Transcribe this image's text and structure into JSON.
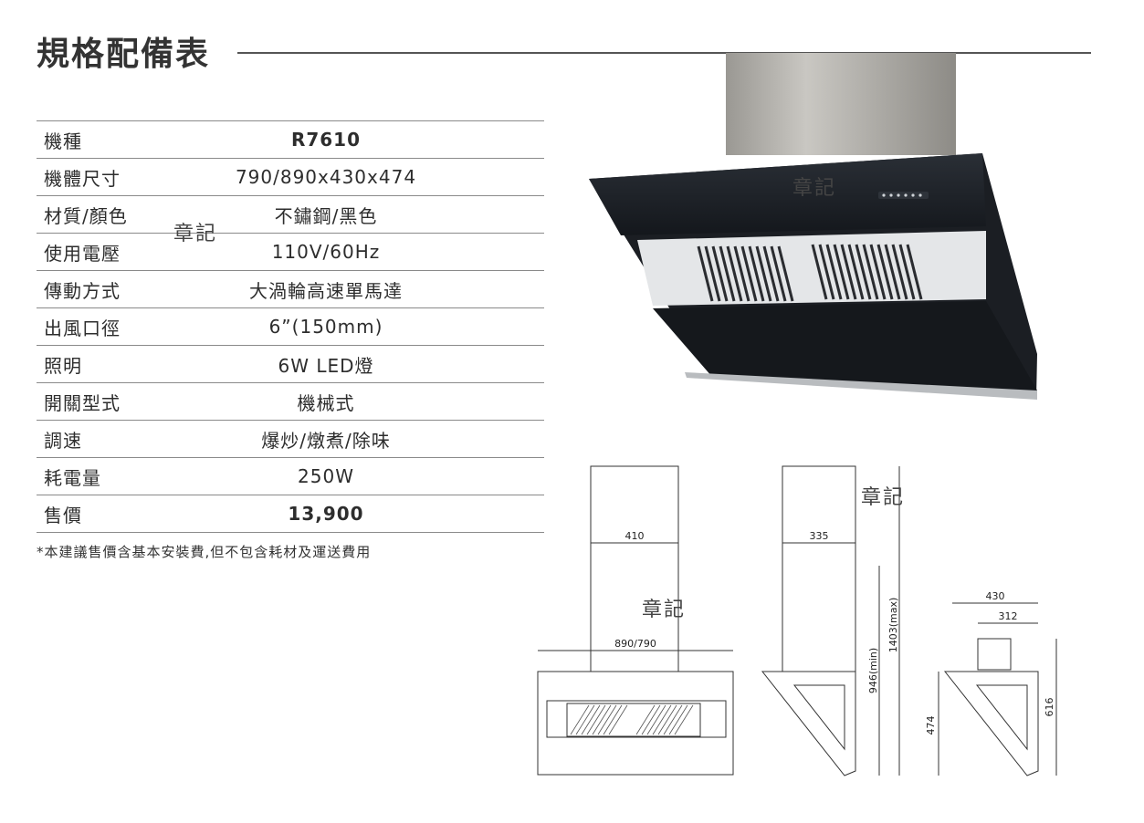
{
  "title": "規格配備表",
  "specs": [
    {
      "label": "機種",
      "value": "R7610"
    },
    {
      "label": "機體尺寸",
      "value": "790/890x430x474"
    },
    {
      "label": "材質/顏色",
      "value": "不鏽鋼/黑色"
    },
    {
      "label": "使用電壓",
      "value": "110V/60Hz"
    },
    {
      "label": "傳動方式",
      "value": "大渦輪高速單馬達"
    },
    {
      "label": "出風口徑",
      "value": "6”(150mm)"
    },
    {
      "label": "照明",
      "value": "6W LED燈"
    },
    {
      "label": "開關型式",
      "value": "機械式"
    },
    {
      "label": "調速",
      "value": "爆炒/燉煮/除味"
    },
    {
      "label": "耗電量",
      "value": "250W"
    },
    {
      "label": "售價",
      "value": "13,900"
    }
  ],
  "footnote": "*本建議售價含基本安裝費,但不包含耗材及運送費用",
  "stamp": "章記",
  "dimensions": {
    "front_chimney_width": "410",
    "front_body_width": "890/790",
    "side_chimney_depth": "335",
    "side_height_min": "946(min)",
    "side_height_max": "1403(max)",
    "right_depth": "430",
    "right_inner_depth": "312",
    "right_body_height": "474",
    "right_total_height": "616"
  }
}
